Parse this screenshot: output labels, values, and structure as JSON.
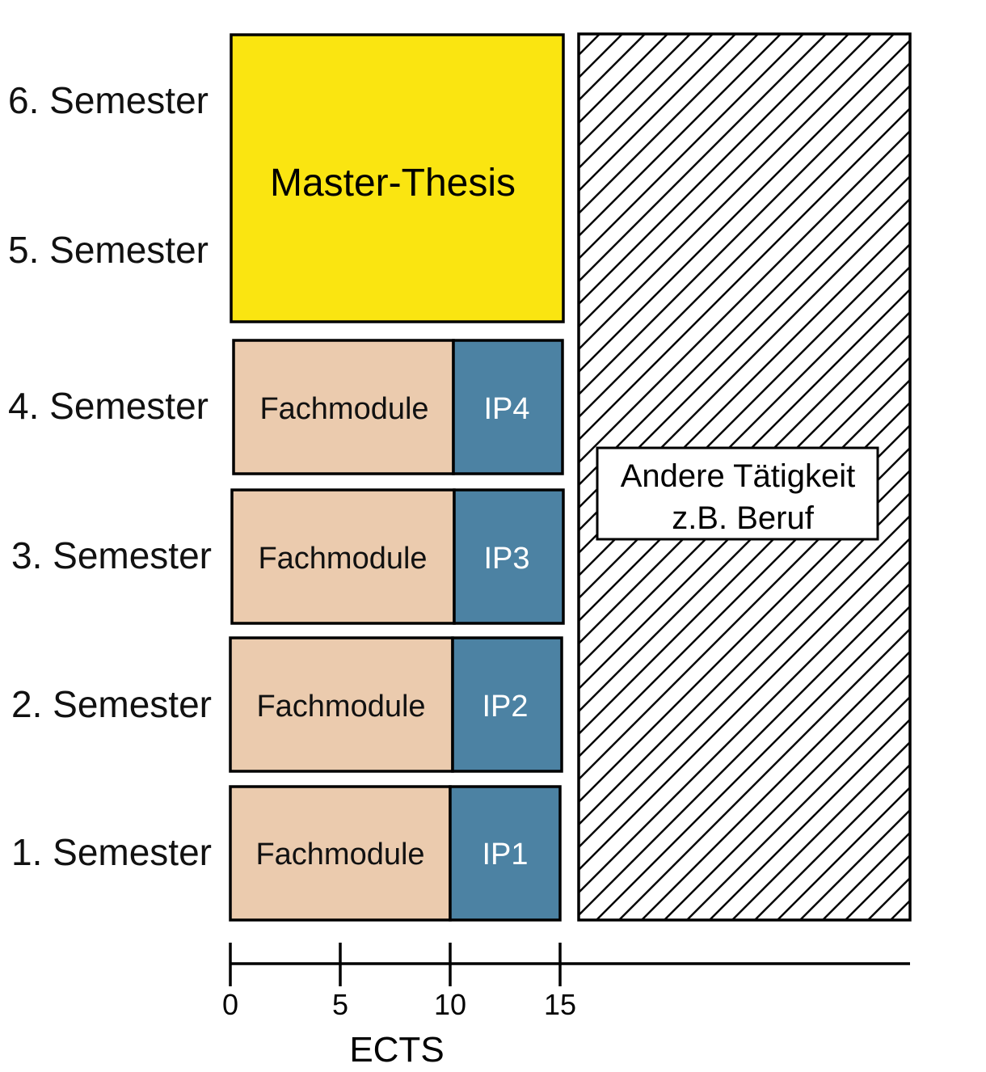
{
  "semester_labels": [
    "1. Semester",
    "2. Semester",
    "3. Semester",
    "4. Semester",
    "5. Semester",
    "6. Semester"
  ],
  "master_thesis": {
    "label": "Master-Thesis",
    "color": "#FAE511"
  },
  "semester_rows": [
    {
      "module_label": "Fachmodule",
      "ip_label": "IP1"
    },
    {
      "module_label": "Fachmodule",
      "ip_label": "IP2"
    },
    {
      "module_label": "Fachmodule",
      "ip_label": "IP3"
    },
    {
      "module_label": "Fachmodule",
      "ip_label": "IP4"
    }
  ],
  "module_color": "#EBCBAE",
  "ip_color": "#4C82A3",
  "other_activity": {
    "line1": "Andere Tätigkeit",
    "line2": "z.B. Beruf"
  },
  "axis": {
    "label": "ECTS",
    "ticks": [
      "0",
      "5",
      "10",
      "15"
    ]
  }
}
